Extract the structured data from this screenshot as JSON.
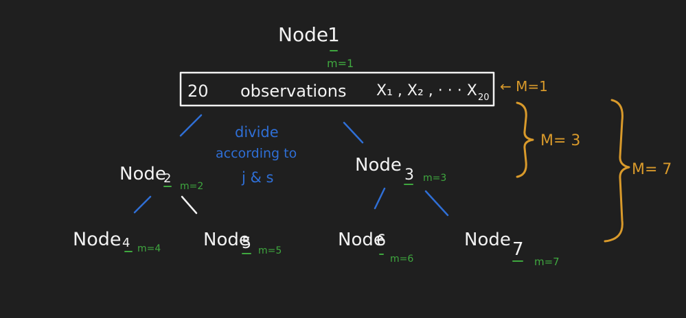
{
  "nodes": {
    "n1": {
      "label": "Node",
      "num": "1",
      "m": "m=1"
    },
    "n2": {
      "label": "Node",
      "num": "2",
      "m": "m=2"
    },
    "n3": {
      "label": "Node",
      "num": "3",
      "m": "m=3"
    },
    "n4": {
      "label": "Node",
      "num": "4",
      "m": "m=4"
    },
    "n5": {
      "label": "Node",
      "num": "5",
      "m": "m=5"
    },
    "n6": {
      "label": "Node",
      "num": "6",
      "m": "m=6"
    },
    "n7": {
      "label": "Node",
      "num": "7",
      "m": "m=7"
    }
  },
  "root_box": {
    "count": "20",
    "word": "observations",
    "vars": "X₁ , X₂ , · · ·  X",
    "last_sub": "20"
  },
  "divide_note": [
    "divide",
    "according to",
    "j & s"
  ],
  "levels": {
    "level1": "← M=1",
    "level2": "M= 3",
    "level3": "M= 7"
  },
  "colors": {
    "background": "#1f1f1f",
    "white": "#f2f2f2",
    "green": "#3fa83f",
    "blue": "#2f6fd6",
    "orange": "#d99a2b"
  }
}
